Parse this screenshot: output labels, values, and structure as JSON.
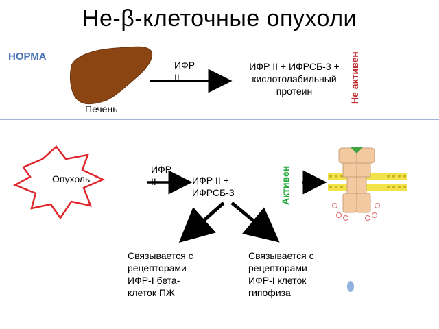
{
  "title": "Не-β-клеточные опухоли",
  "norm_section": {
    "label": "НОРМА",
    "organ_label": "Печень",
    "secreted": "ИФР II",
    "complex": "ИФР II + ИФРСБ-3 + кислотолабильный протеин",
    "status": "Не активен"
  },
  "tumor_section": {
    "source_label": "Опухоль",
    "secreted": "ИФР II",
    "complex": "ИФР II + ИФРСБ-3",
    "status": "Активен",
    "outcomes": [
      "Связывается с рецепторами ИФР-I бета-клеток ПЖ",
      "Связывается с рецепторами ИФР-I клеток гипофиза"
    ]
  },
  "colors": {
    "title": "#000000",
    "norm_label": "#4a72b8",
    "inactive": "#c0272d",
    "active": "#22a839",
    "liver": "#8b4513",
    "tumor_outline": "#e0242a",
    "receptor": "#f2c9a0",
    "membrane": "#f2e34a",
    "dot": "#8fb3dc"
  },
  "icons": [
    "liver-icon",
    "tumor-burst-icon",
    "receptor-icon"
  ]
}
